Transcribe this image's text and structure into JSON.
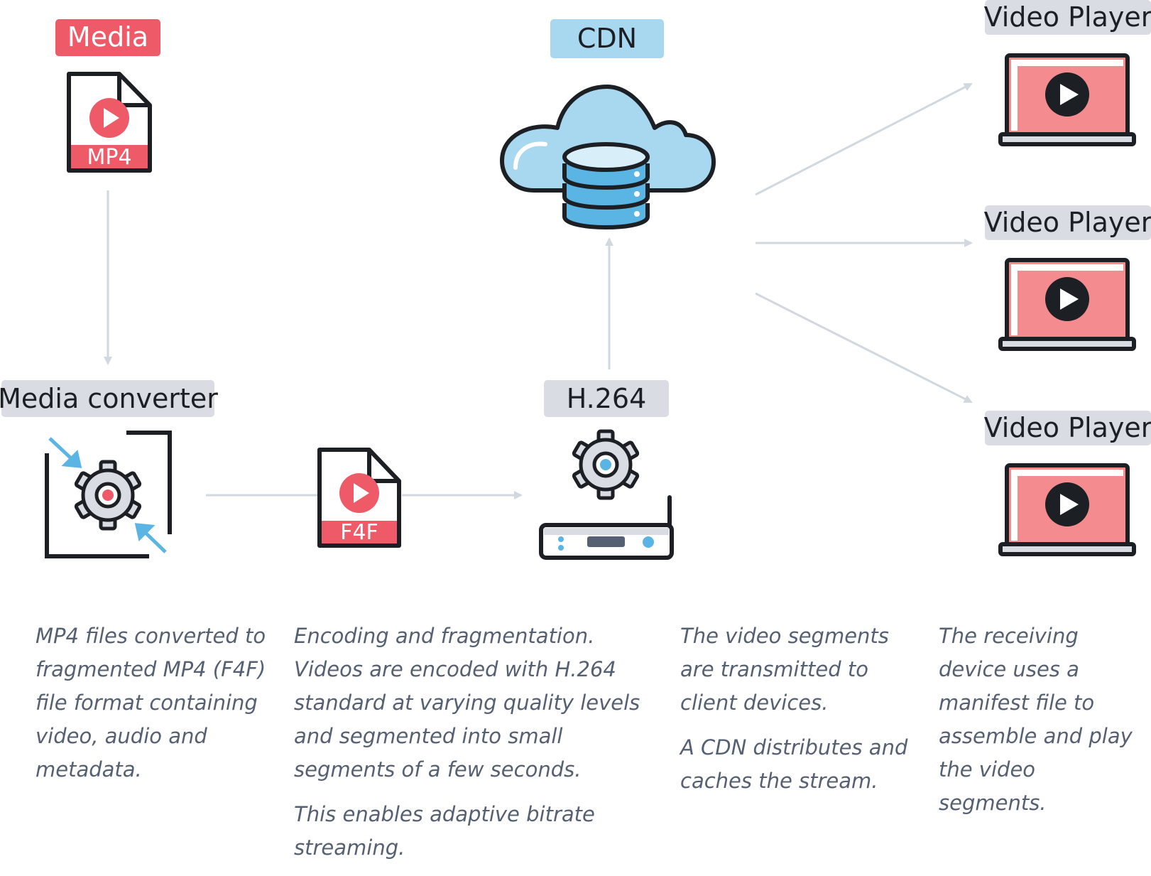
{
  "nodes": {
    "media": {
      "label": "Media",
      "file_tag": "MP4"
    },
    "cdn": {
      "label": "CDN"
    },
    "converter": {
      "label": "Media converter"
    },
    "fragment": {
      "file_tag": "F4F"
    },
    "encoder": {
      "label": "H.264"
    },
    "players": [
      {
        "label": "Video Player"
      },
      {
        "label": "Video Player"
      },
      {
        "label": "Video Player"
      }
    ]
  },
  "descriptions": {
    "col1": [
      "MP4 files converted to fragmented MP4 (F4F) file format containing video, audio and metadata."
    ],
    "col2": [
      "Encoding and fragmentation. Videos are encoded with H.264 standard at varying quality levels and segmented into small segments of a few seconds.",
      "This enables adaptive bitrate streaming."
    ],
    "col3": [
      "The video segments are transmitted to client devices.",
      "A CDN distributes and caches the stream."
    ],
    "col4": [
      "The receiving device uses a manifest file to assemble and play the video segments."
    ]
  },
  "colors": {
    "accent_red": "#ee5a68",
    "soft_red": "#f38b8f",
    "sky_blue": "#a8d8f0",
    "mid_blue": "#5ab4e4",
    "label_gray": "#d9dde3",
    "arrow_gray": "#d2d8e0",
    "outline": "#1c1f24",
    "text_gray": "#556072"
  }
}
